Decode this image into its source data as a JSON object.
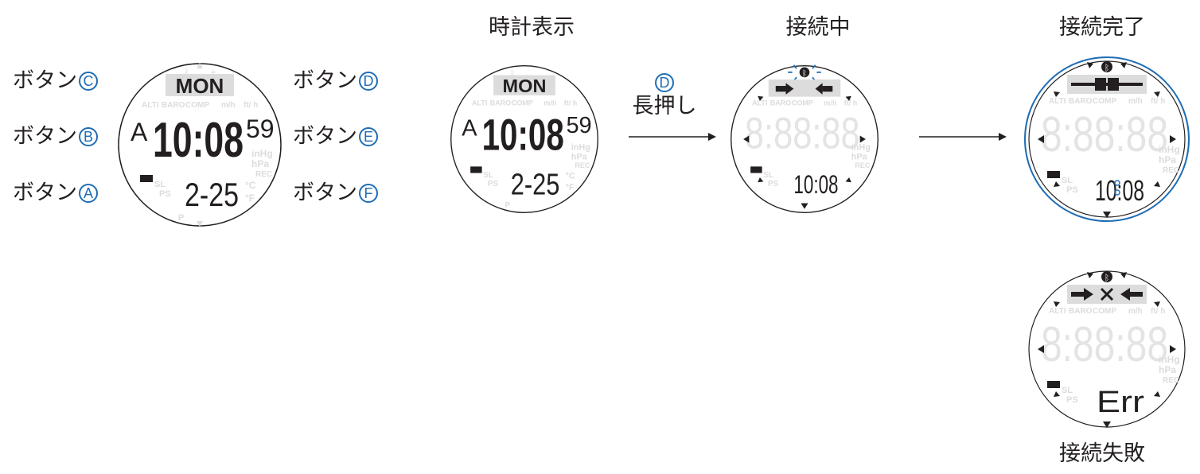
{
  "buttons": {
    "c": {
      "text": "ボタン",
      "letter": "C"
    },
    "b": {
      "text": "ボタン",
      "letter": "B"
    },
    "a": {
      "text": "ボタン",
      "letter": "A"
    },
    "d": {
      "text": "ボタン",
      "letter": "D"
    },
    "e": {
      "text": "ボタン",
      "letter": "E"
    },
    "f": {
      "text": "ボタン",
      "letter": "F"
    }
  },
  "steps": {
    "time_display": "時計表示",
    "connecting": "接続中",
    "connected": "接続完了",
    "failed": "接続失敗"
  },
  "action": {
    "button_letter": "D",
    "label": "長押し"
  },
  "watch": {
    "day": "MON",
    "mode": "A",
    "time": "10:08",
    "seconds": "59",
    "date": "2-25",
    "small_time": "10:08",
    "error": "Err",
    "indicators": {
      "alti": "ALTI",
      "baro": "BARO",
      "comp": "COMP",
      "mh": "m/h",
      "fth": "ft/ h",
      "inhg": "inHg",
      "hpa": "hPa",
      "rec": "REC",
      "sl": "SL",
      "ps": "PS",
      "p": "P",
      "degc": "°C",
      "degf": "°F"
    }
  },
  "colors": {
    "accent": "#1f6db5",
    "dim": "#dcdcdc",
    "ink": "#231f20"
  }
}
